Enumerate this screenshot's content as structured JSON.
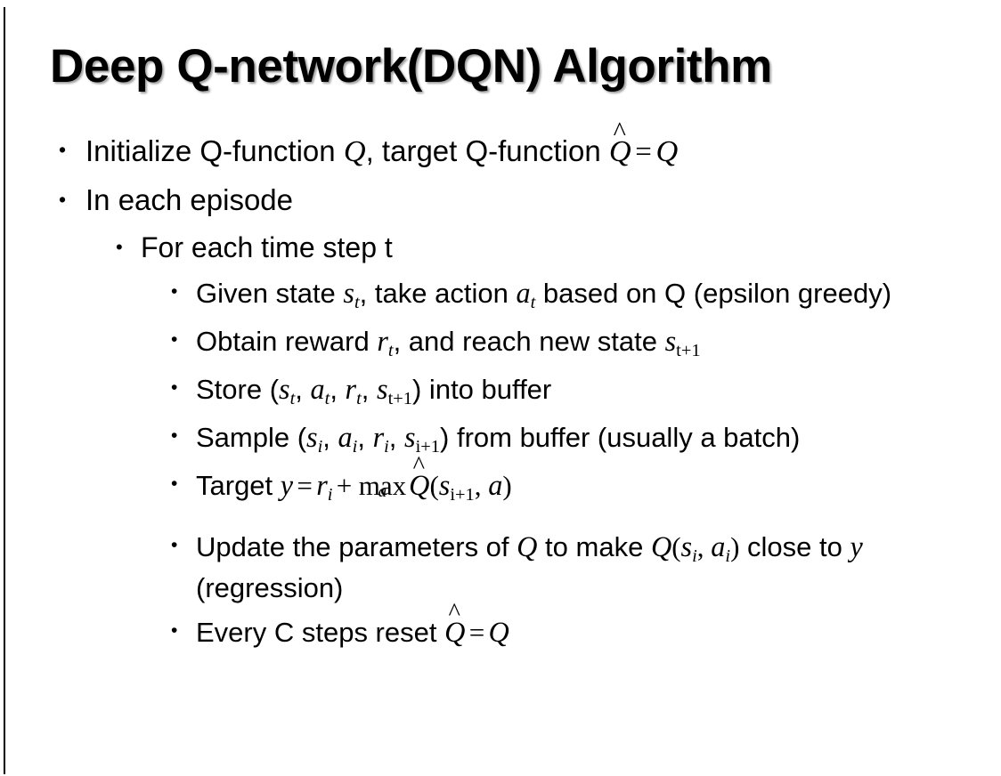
{
  "slide": {
    "title": "Deep Q-network(DQN) Algorithm",
    "bullet_glyph": "•",
    "background_color": "#ffffff",
    "text_color": "#000000",
    "accent_rule_color": "#000000"
  },
  "content": {
    "l1_initialize": {
      "prefix": "Initialize Q-function ",
      "var_q1": "Q",
      "middle": ", target Q-function ",
      "hat_symbol": "̂",
      "var_qhat": "Q",
      "equals": "=",
      "var_q2": "Q"
    },
    "l1_in_each_episode": "In each episode",
    "l2_for_each_time_step": "For each time step t",
    "l3_given_state": {
      "part1": "Given state ",
      "s": "s",
      "s_sub": "t",
      "part2": ", take action ",
      "a": "a",
      "a_sub": "t",
      "part3": " based on Q (epsilon greedy)"
    },
    "l3_obtain_reward": {
      "part1": "Obtain reward ",
      "r": "r",
      "r_sub": "t",
      "part2": ", and reach new state ",
      "s": "s",
      "s_sub": "t+1"
    },
    "l3_store": {
      "part1": "Store (",
      "s1": "s",
      "s1_sub": "t",
      "sep1": ", ",
      "a1": "a",
      "a1_sub": "t",
      "sep2": ", ",
      "r1": "r",
      "r1_sub": "t",
      "sep3": ", ",
      "s2": "s",
      "s2_sub": "t+1",
      "part2": ") into buffer"
    },
    "l3_sample": {
      "part1": "Sample (",
      "s1": "s",
      "s1_sub": "i",
      "sep1": ", ",
      "a1": "a",
      "a1_sub": "i",
      "sep2": ", ",
      "r1": "r",
      "r1_sub": "i",
      "sep3": ", ",
      "s2": "s",
      "s2_sub": "i+1",
      "part2": ") from buffer (usually a batch)"
    },
    "l3_target": {
      "part1": "Target ",
      "y": "y",
      "equals": "=",
      "r": "r",
      "r_sub": "i",
      "plus": "+",
      "max": "max",
      "max_limit": "a",
      "hat_symbol": "̂",
      "qhat": "Q",
      "open": "(",
      "s": "s",
      "s_sub": "i+1",
      "comma": ", ",
      "a": "a",
      "close": ")"
    },
    "l3_update": {
      "part1": "Update the parameters of ",
      "q1": "Q",
      "part2": " to make ",
      "q2": "Q",
      "open": "(",
      "s": "s",
      "s_sub": "i",
      "comma": ", ",
      "a": "a",
      "a_sub": "i",
      "close": ")",
      "part3": " close to ",
      "y": "y",
      "part4": " (regression)"
    },
    "l3_every_c_steps": {
      "part1": "Every C steps reset ",
      "hat_symbol": "̂",
      "qhat": "Q",
      "equals": "=",
      "q": "Q"
    }
  }
}
